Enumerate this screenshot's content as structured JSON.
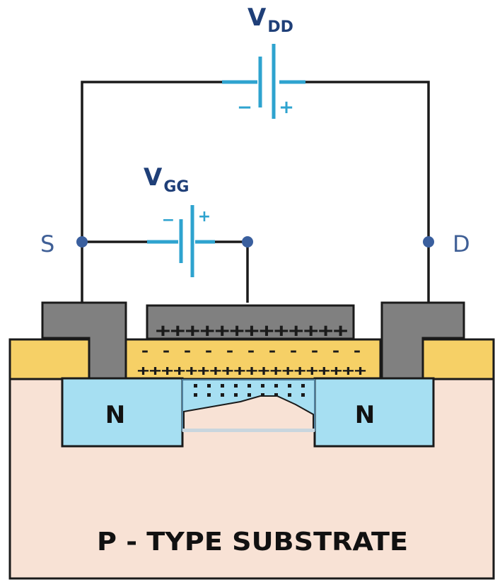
{
  "sources": {
    "vdd": {
      "main": "V",
      "sub": "DD",
      "minus": "−",
      "plus": "+"
    },
    "vgg": {
      "main": "V",
      "sub": "GG",
      "minus": "−",
      "plus": "+"
    }
  },
  "terminals": {
    "source": "S",
    "drain": "D"
  },
  "regions": {
    "n_left": "N",
    "n_right": "N",
    "substrate": "P - TYPE SUBSTRATE"
  },
  "charges": {
    "gate_plus": "+++++++++++++",
    "oxide_minus": "- - - - - - - - - - -",
    "oxide_plus": "+++++++++++++++++++"
  },
  "colors": {
    "wire": "#1a1a1a",
    "battery": "#2ea3cf",
    "terminal_dot": "#3a5f9e",
    "metal": "#808080",
    "oxide": "#f6d066",
    "n_region": "#a6dff2",
    "substrate": "#f8e2d5"
  }
}
